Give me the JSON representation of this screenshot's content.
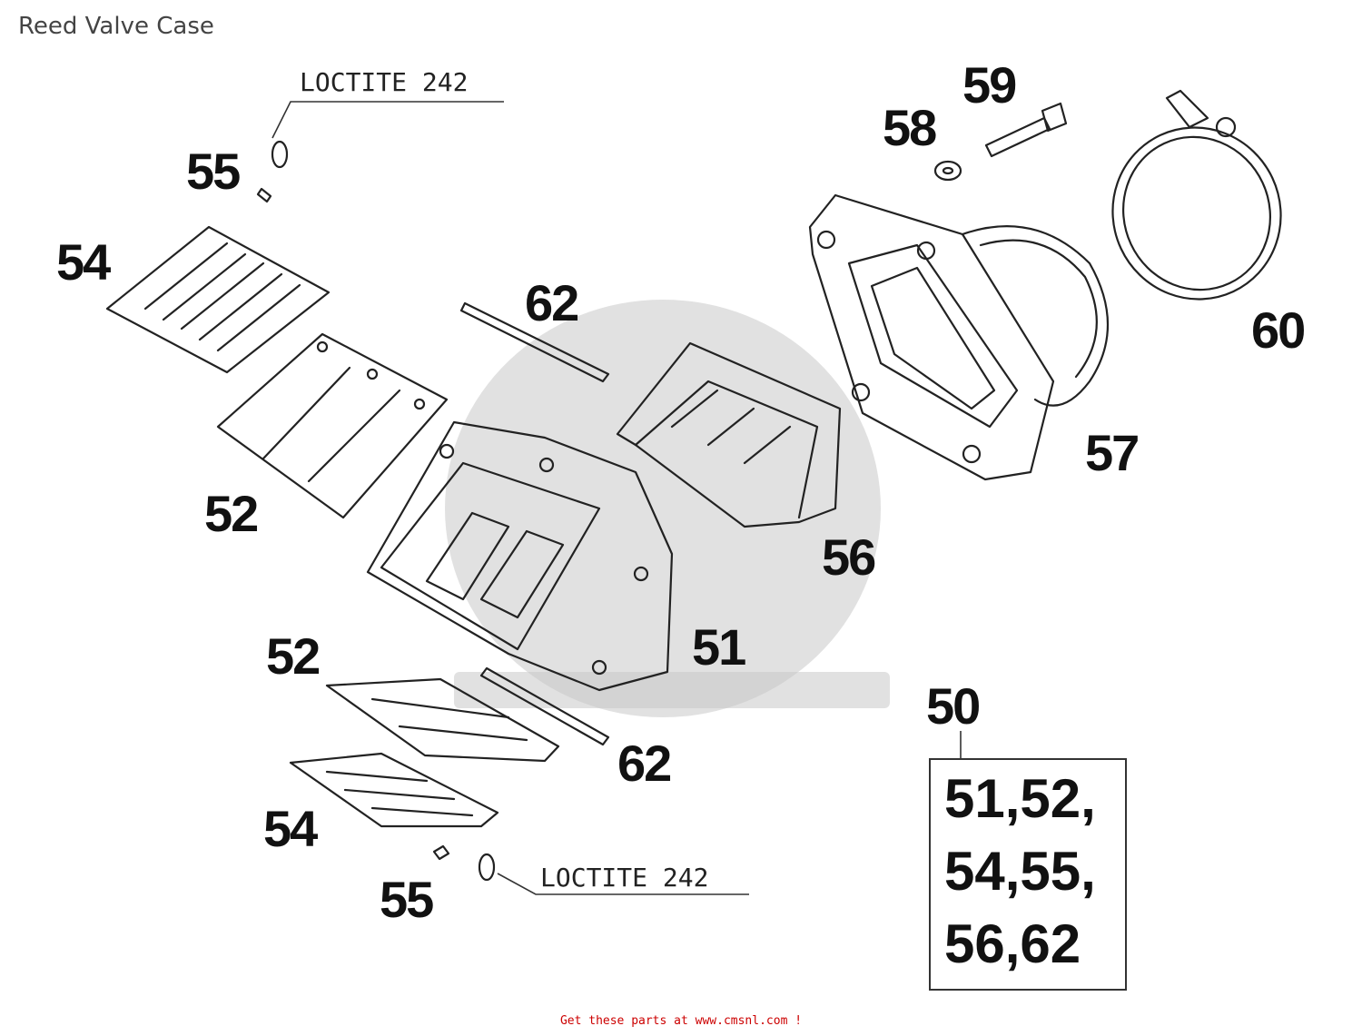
{
  "header": {
    "title": "Reed Valve Case"
  },
  "notes": {
    "loctite_top": "LOCTITE 242",
    "loctite_bottom": "LOCTITE 242"
  },
  "parts": {
    "p55_top": "55",
    "p54_top": "54",
    "p52_top": "52",
    "p62_top": "62",
    "p58": "58",
    "p59": "59",
    "p60": "60",
    "p57": "57",
    "p56": "56",
    "p51": "51",
    "p52_bottom": "52",
    "p62_bottom": "62",
    "p54_bottom": "54",
    "p55_bottom": "55",
    "p50": "50"
  },
  "kit_box": {
    "line1": "51,52,",
    "line2": "54,55,",
    "line3": "56,62"
  },
  "footer": {
    "text": "Get these parts at www.cmsnl.com !"
  },
  "colors": {
    "line": "#222222",
    "watermark": "#c9c9c9",
    "footer": "#cc0000"
  }
}
